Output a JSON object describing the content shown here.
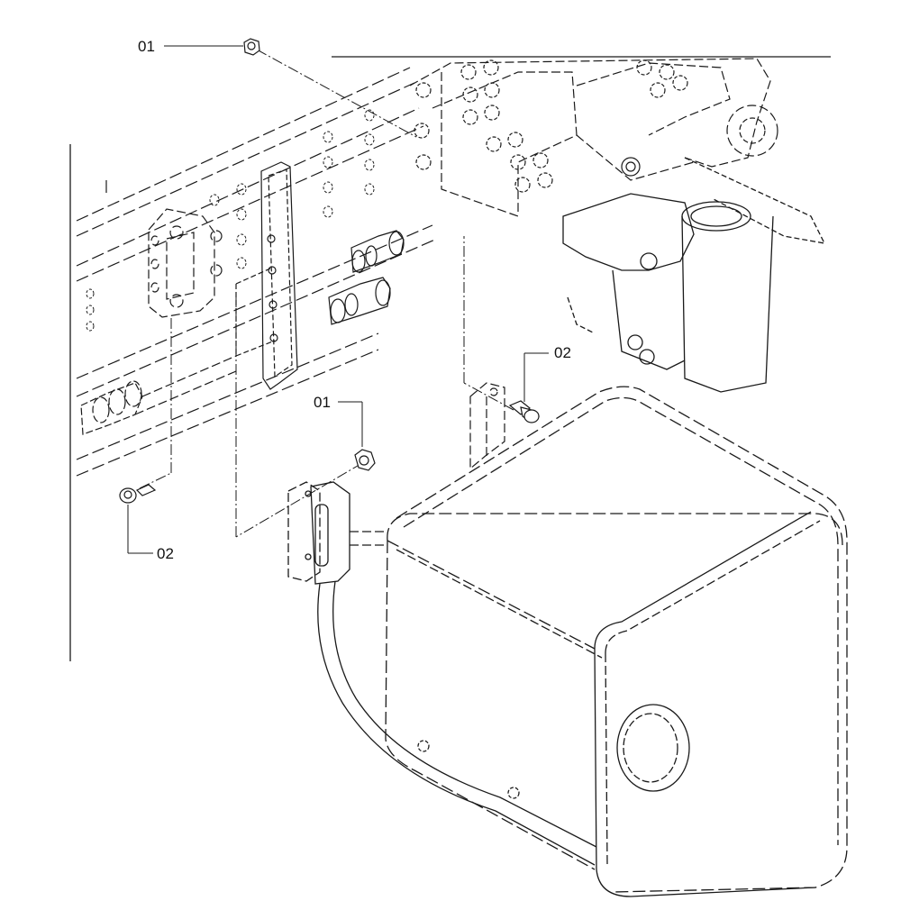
{
  "diagram": {
    "type": "exploded parts diagram",
    "callouts": [
      {
        "id": "callout-1",
        "label": "01",
        "part": "nut"
      },
      {
        "id": "callout-2",
        "label": "01",
        "part": "nut"
      },
      {
        "id": "callout-3",
        "label": "02",
        "part": "bolt"
      },
      {
        "id": "callout-4",
        "label": "02",
        "part": "bolt"
      }
    ]
  },
  "colors": {
    "line": "#1a1a1a",
    "background": "#ffffff"
  }
}
